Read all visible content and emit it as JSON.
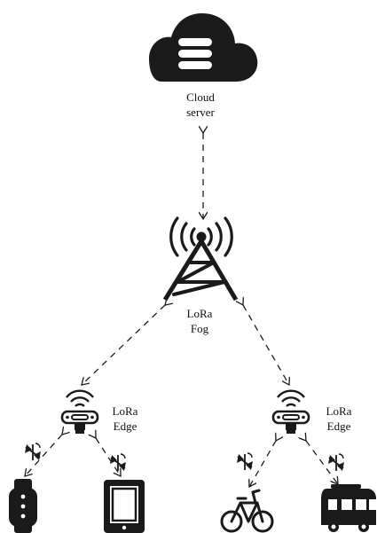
{
  "cloud": {
    "line1": "Cloud",
    "line2": "server"
  },
  "fog": {
    "line1": "LoRa",
    "line2": "Fog"
  },
  "edge_left": {
    "line1": "LoRa",
    "line2": "Edge"
  },
  "edge_right": {
    "line1": "LoRa",
    "line2": "Edge"
  },
  "icons": [
    "cloud-server-icon",
    "radio-tower-icon",
    "gateway-icon",
    "antenna-icon",
    "smartwatch-icon",
    "tablet-icon",
    "bicycle-icon",
    "bus-icon"
  ],
  "colors": {
    "ink": "#1a1a1a",
    "background": "#ffffff"
  }
}
